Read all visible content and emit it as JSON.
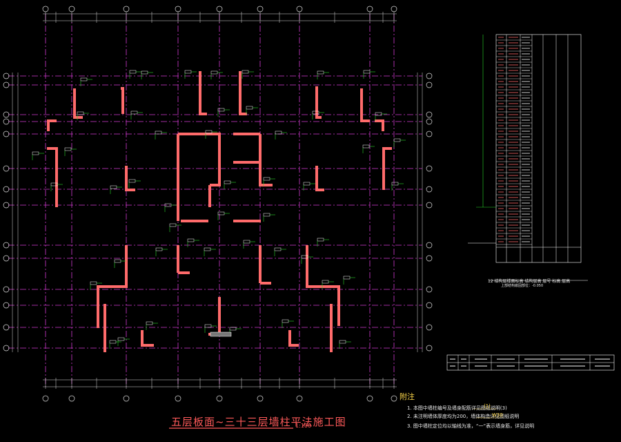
{
  "drawing": {
    "title": "五层板面~三十三层墙柱平法施工图",
    "scale": "1:100"
  },
  "notes": {
    "heading": "附注",
    "lines": [
      "1. 本图中墙柱编号及墙身配筋详见图纸说明(3)",
      "2. 未注明墙体厚度均为200，墙体构造详见图纸说明",
      "3. 图中墙柱定位均以轴线为准，“一”表示墙身筋，详见说明"
    ],
    "symbol_1": "(1)",
    "symbol_2": "W30"
  },
  "schedule": {
    "title": "12  结构层楼面标高  结构层高  层号  标高  层高",
    "subtitle": "上部结构嵌固部位：-0.050"
  },
  "colors": {
    "background": "#000000",
    "axis_line": "#d23ad2",
    "wall": "#ff6b6b",
    "dimension": "#e0e0e0",
    "annotation": "#ffffff",
    "leader": "#2ad62a",
    "title": "#ff5a5a",
    "note_heading": "#ffd84a"
  }
}
